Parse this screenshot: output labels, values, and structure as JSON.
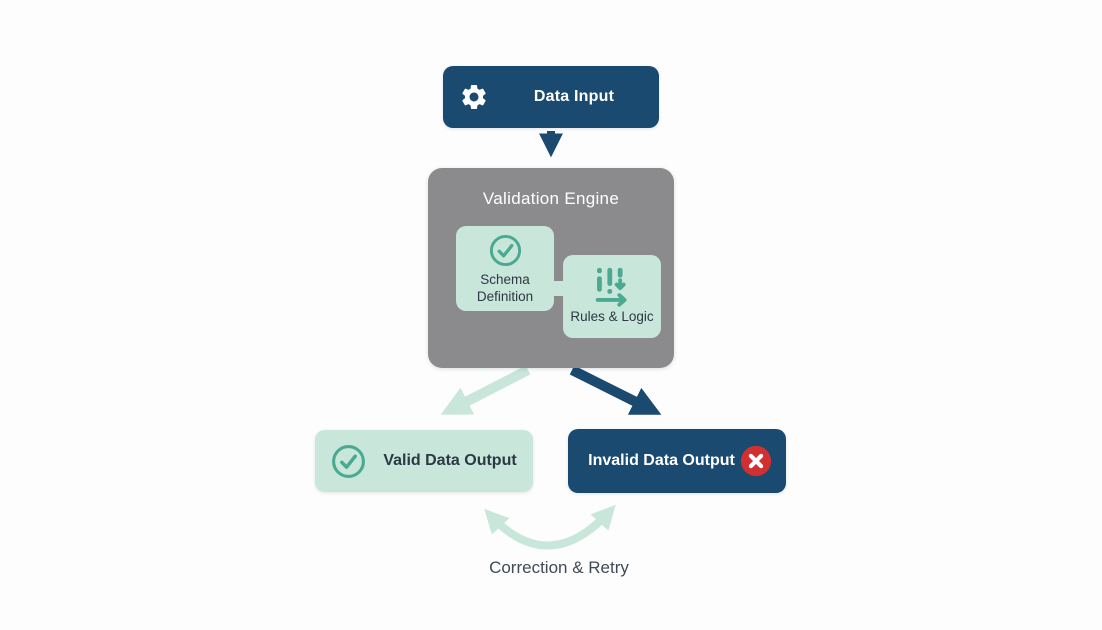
{
  "diagram_type": "flowchart",
  "nodes": {
    "data_input": {
      "label": "Data Input",
      "icon": "gear-icon",
      "color": "#1b4a70"
    },
    "validation_engine": {
      "label": "Validation Engine",
      "color": "#8b8b8d",
      "children": [
        {
          "label": "Schema Definition",
          "icon": "check-circle-icon",
          "color": "#c8e6da"
        },
        {
          "label": "Rules & Logic",
          "icon": "bar-chart-icon",
          "color": "#c8e6da"
        }
      ]
    },
    "valid_output": {
      "label": "Valid Data Output",
      "icon": "check-circle-icon",
      "color": "#c8e6da"
    },
    "invalid_output": {
      "label": "Invalid Data Output",
      "icon": "x-circle-icon",
      "color": "#1b4a70"
    }
  },
  "edges": [
    {
      "from": "data_input",
      "to": "validation_engine",
      "style": "solid-navy-arrow"
    },
    {
      "from": "validation_engine",
      "to": "valid_output",
      "style": "solid-mint-arrow"
    },
    {
      "from": "validation_engine",
      "to": "invalid_output",
      "style": "solid-navy-arrow"
    },
    {
      "from": "invalid_output",
      "to": "valid_output",
      "style": "curved-mint-double-arrow",
      "label": "Correction & Retry"
    }
  ],
  "labels": {
    "correction_retry": "Correction & Retry"
  },
  "colors": {
    "navy": "#1b4a70",
    "mint": "#c8e6da",
    "teal_icon": "#4aaa91",
    "gray_engine": "#8b8b8d",
    "red_error": "#d23030",
    "dark_text": "#2c3845",
    "muted_text": "#3e4a57",
    "white": "#ffffff",
    "background": "#fdfdfd"
  }
}
